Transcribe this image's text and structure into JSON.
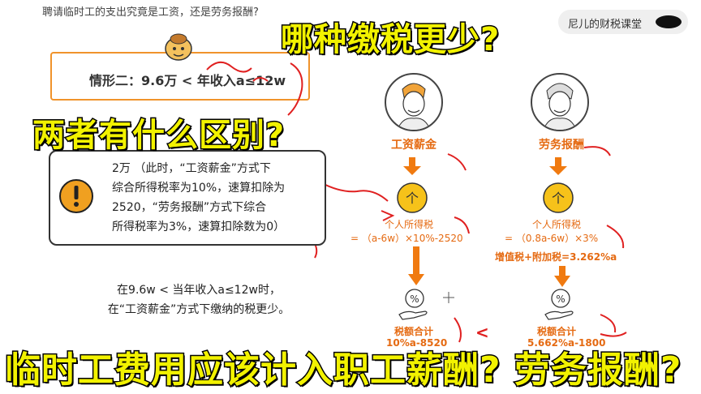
{
  "slide": {
    "title": "聘请临时工的支出究竟是工资，还是劳务报酬?",
    "channel": "尼儿的财税课堂"
  },
  "overlays": {
    "top": "哪种缴税更少?",
    "middle": "两者有什么区别?",
    "bottom": "临时工费用应该计入职工薪酬? 劳务报酬?"
  },
  "scenario": {
    "text": "情形二：9.6万 < 年收入a≤12w"
  },
  "note": {
    "lines": [
      "2万 （此时，“工资薪金”方式下",
      "综合所得税率为10%，速算扣除为",
      "2520，“劳务报酬”方式下综合",
      "所得税率为3%，速算扣除数为0）"
    ]
  },
  "conclusion": {
    "lines": [
      "在9.6w < 当年收入a≤12w时，",
      "在“工资薪金”方式下缴纳的税更少。"
    ]
  },
  "diagram": {
    "left": {
      "title": "工资薪金",
      "tax_title": "个人所得税",
      "tax_formula": "= （a-6w）×10%-2520",
      "sum_title": "税额合计",
      "sum_formula": "10%a-8520"
    },
    "right": {
      "title": "劳务报酬",
      "tax_title": "个人所得税",
      "tax_formula": "= （0.8a-6w）×3%",
      "extra": "增值税+附加税=3.262%a",
      "sum_title": "税额合计",
      "sum_formula": "5.662%a-1800"
    },
    "compare": "<",
    "coin_symbol": "个",
    "percent_symbol": "%"
  },
  "colors": {
    "accent": "#f0932b",
    "overlay_text": "#f2f200",
    "annotation": "#e02020"
  },
  "icons": [
    "warning-icon",
    "coin-icon",
    "hand-percent-icon",
    "arrow-down-icon",
    "cursor-icon"
  ]
}
